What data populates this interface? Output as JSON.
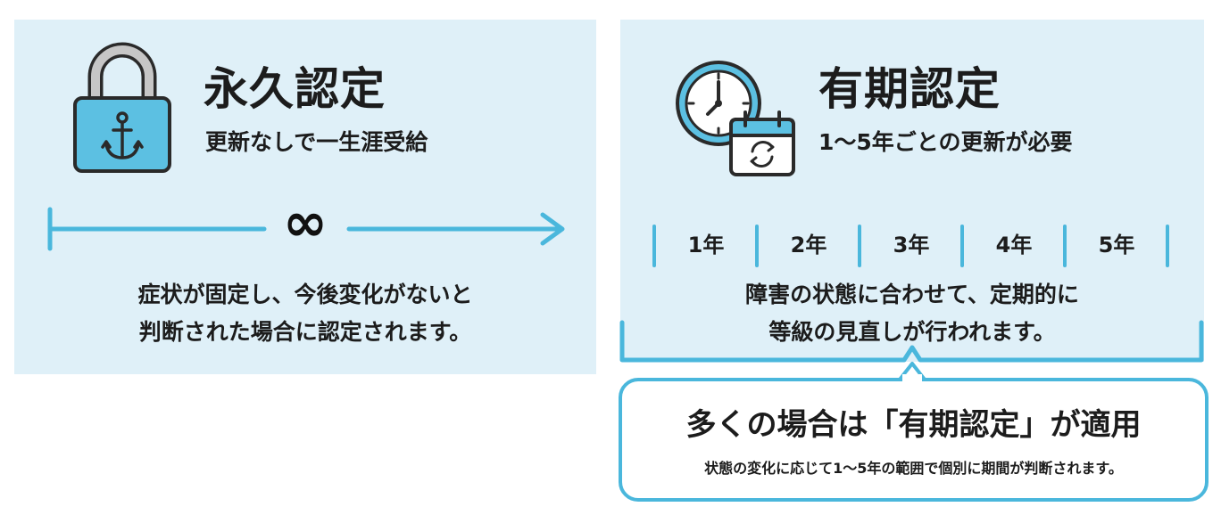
{
  "permanent": {
    "title": "永久認定",
    "subtitle": "更新なしで一生涯受給",
    "infinity_symbol": "∞",
    "description_line1": "症状が固定し、今後変化がないと",
    "description_line2": "判断された場合に認定されます。",
    "icon": "padlock-anchor-icon"
  },
  "fixed_term": {
    "title": "有期認定",
    "subtitle": "1〜5年ごとの更新が必要",
    "years": [
      "1年",
      "2年",
      "3年",
      "4年",
      "5年"
    ],
    "description_line1": "障害の状態に合わせて、定期的に",
    "description_line2": "等級の見直しが行われます。",
    "icon": "clock-calendar-icon"
  },
  "callout": {
    "title": "多くの場合は「有期認定」が適用",
    "subtitle": "状態の変化に応じて1〜5年の範囲で個別に期間が判断されます。"
  },
  "colors": {
    "panel_bg": "#dff0f8",
    "accent": "#4ab7dc",
    "text": "#1c1c1c"
  }
}
